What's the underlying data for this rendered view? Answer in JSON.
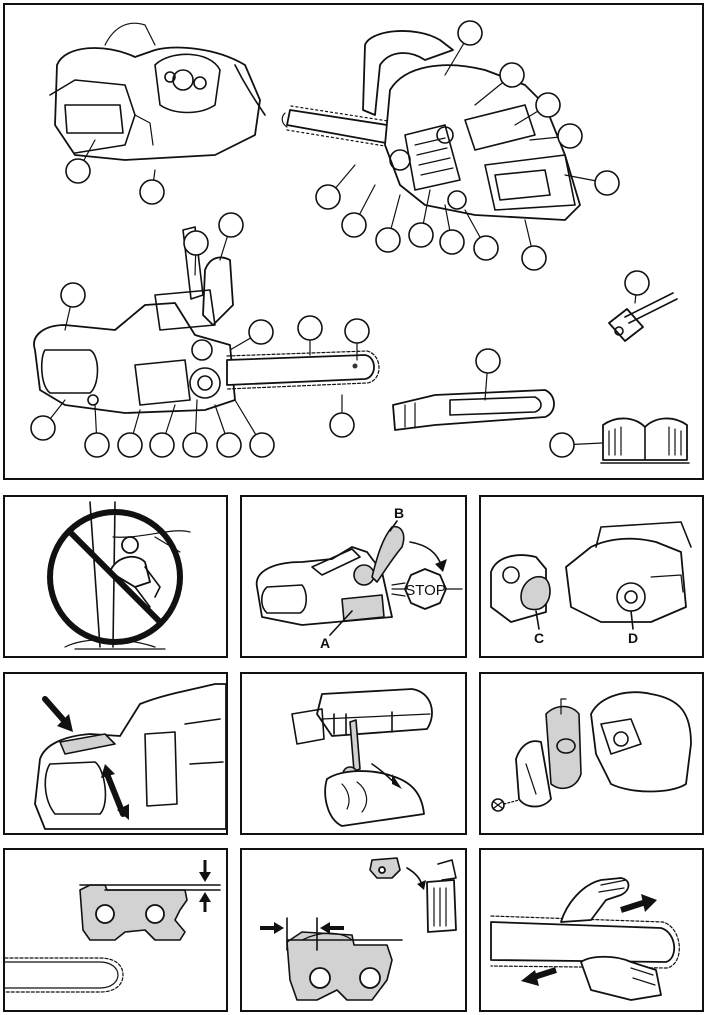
{
  "figure_main": {
    "callout_count": 35
  },
  "panel_tree": {
    "icon": "no-climbing-prohibition-icon"
  },
  "panel_chainbrake": {
    "label_a": "A",
    "label_b": "B",
    "stop_sign": "STOP"
  },
  "panel_clutch": {
    "label_c": "C",
    "label_d": "D"
  },
  "panel_handle": {
    "icon": "rear-handle-throttle-icon"
  },
  "panel_tension": {
    "icon": "chain-tension-adjust-icon"
  },
  "panel_filter": {
    "icon": "air-filter-icon"
  },
  "panel_depth": {
    "icon": "depth-gauge-icon"
  },
  "panel_sharpen": {
    "icon": "cutter-file-icon"
  },
  "panel_chain_check": {
    "icon": "chain-check-icon"
  }
}
